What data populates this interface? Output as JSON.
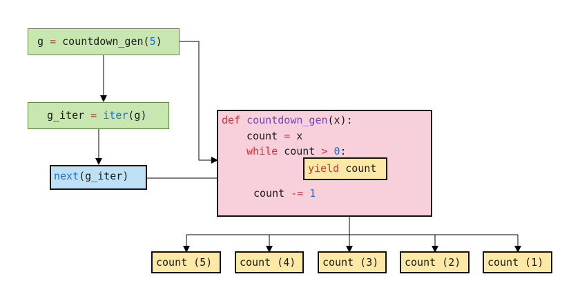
{
  "boxes": {
    "assign_gen": {
      "var": "g",
      "eq": "=",
      "func": "countdown_gen",
      "lpar": "(",
      "arg": "5",
      "rpar": ")"
    },
    "assign_iter": {
      "var": "g_iter",
      "eq": "=",
      "func": "iter",
      "args": "(g)"
    },
    "next_call": {
      "func": "next",
      "args": "(g_iter)"
    },
    "function_def": {
      "def_kw": "def",
      "name": "countdown_gen",
      "params": "(x):",
      "line2_var": "count",
      "line2_eq": "=",
      "line2_val": "x",
      "while_kw": "while",
      "while_var": "count",
      "while_op": ">",
      "while_num": "0",
      "while_colon": ":",
      "dec_var": "count",
      "dec_op": "-=",
      "dec_num": "1"
    },
    "yield_box": {
      "kw": "yield",
      "var": "count"
    }
  },
  "outputs": [
    "count (5)",
    "count (4)",
    "count (3)",
    "count (2)",
    "count (1)"
  ],
  "colors": {
    "green_fill": "#c8e6b0",
    "blue_fill": "#bfe1f5",
    "pink_fill": "#f8d0dc",
    "yellow_fill": "#fde9a6",
    "keyword": "#d7303a",
    "function_name": "#7a3fbf",
    "builtin": "#1f6fd1"
  }
}
